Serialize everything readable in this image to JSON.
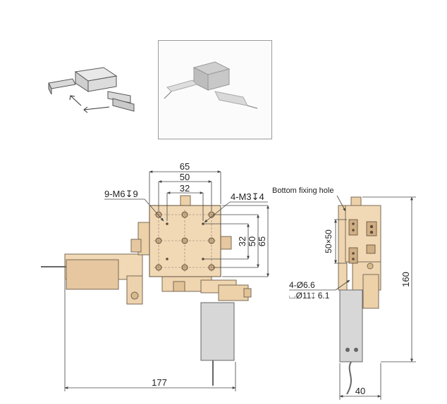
{
  "photo_caption": "",
  "front_view": {
    "dims": {
      "w65": "65",
      "w50": "50",
      "w32": "32",
      "h32": "32",
      "h50": "50",
      "h65": "65",
      "total_width": "177"
    },
    "labels": {
      "tapped_holes_9": "9-M6↧9",
      "tapped_holes_4": "4-M3↧4"
    }
  },
  "side_view": {
    "labels": {
      "bottom_fixing": "Bottom fixing hole",
      "square": "50×50",
      "hole_dia": "4-Ø6.6",
      "counterbore": "⌴Ø11↧ 6.1"
    },
    "dims": {
      "height": "160",
      "width": "40"
    }
  },
  "colors": {
    "stage": "#f2d9b6",
    "stage_edge": "#7a6a55",
    "motor": "#d7d7d7",
    "dim_line": "#444444"
  }
}
